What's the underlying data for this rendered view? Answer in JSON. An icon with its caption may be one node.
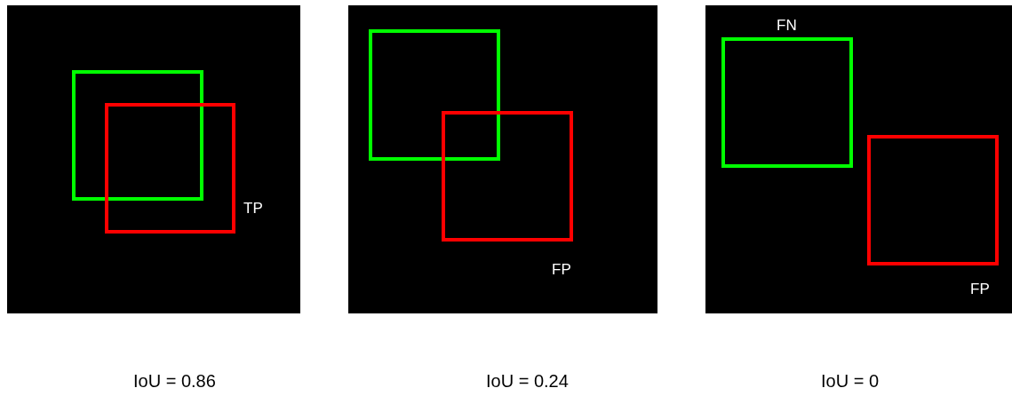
{
  "diagram": {
    "nodes": [
      {
        "text": [],
        "shape": "box",
        "beside": [
          "IoU = 0.86"
        ]
      },
      {
        "text": [],
        "shape": "box",
        "in": 0
      },
      {
        "text": [],
        "shape": "box",
        "in": 0,
        "beside": [
          "TP"
        ]
      },
      {
        "text": [],
        "shape": "box",
        "beside": [
          "IoU = 0.24"
        ]
      },
      {
        "text": [],
        "shape": "box",
        "in": 3
      },
      {
        "text": [],
        "shape": "box",
        "in": 3,
        "beside": [
          "FP"
        ]
      },
      {
        "text": [],
        "shape": "box",
        "beside": [
          "IoU = 0"
        ]
      },
      {
        "text": [],
        "shape": "box",
        "in": 6,
        "beside": [
          "FN"
        ]
      },
      {
        "text": [],
        "shape": "box",
        "in": 6,
        "beside": [
          "FP"
        ]
      }
    ]
  }
}
